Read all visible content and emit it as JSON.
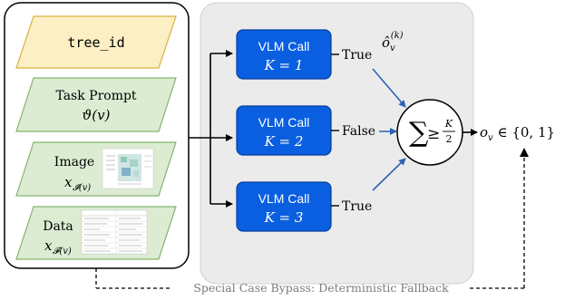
{
  "inputs": {
    "tree_id": "tree_id",
    "task_prompt": {
      "title": "Task Prompt",
      "symbol": "ϑ(v)"
    },
    "image": {
      "title": "Image",
      "symbol": "x",
      "subscript": "𝓘(v)"
    },
    "data": {
      "title": "Data",
      "symbol": "x",
      "subscript": "𝓕(v)"
    }
  },
  "vlm_calls": [
    {
      "label": "VLM Call",
      "k": "K = 1",
      "output": "True"
    },
    {
      "label": "VLM Call",
      "k": "K = 2",
      "output": "False"
    },
    {
      "label": "VLM Call",
      "k": "K = 3",
      "output": "True"
    }
  ],
  "aggregate": {
    "sum_symbol": "∑",
    "geq": "≥",
    "frac_num": "K",
    "frac_den": "2"
  },
  "intermediate_label": {
    "base": "ô",
    "sub": "v",
    "sup": "(k)"
  },
  "output_label": "o",
  "output_sub": "v",
  "output_rest": " ∈ {0, 1}",
  "bypass_label": "Special Case Bypass: Deterministic Fallback",
  "colors": {
    "tree_fill": "#fcefc4",
    "tree_stroke": "#d9b23d",
    "green_fill": "#dbecd3",
    "green_stroke": "#86b36f",
    "vlm_fill": "#0a5fe0",
    "vlm_stroke": "#083e9e",
    "panel_fill": "#ebebeb",
    "blue_arrow": "#2a63b5"
  },
  "icons": [
    "arrow-right-icon",
    "sum-node-icon"
  ]
}
